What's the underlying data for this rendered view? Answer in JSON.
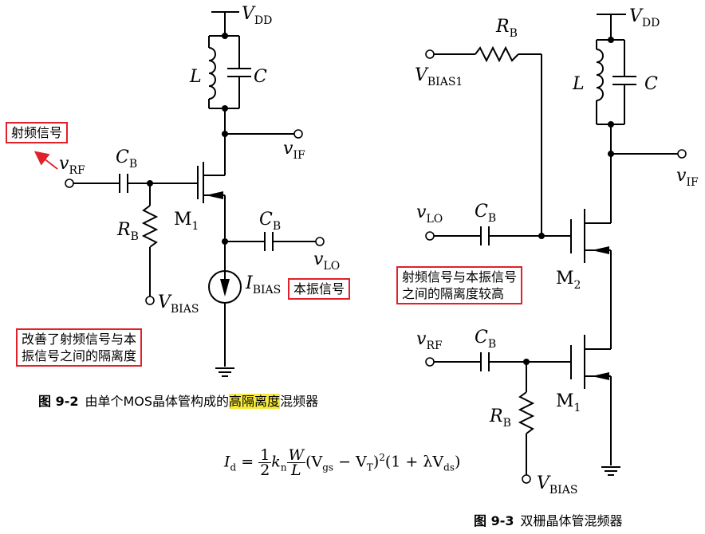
{
  "fig1": {
    "vdd": "V",
    "vdd_sub": "DD",
    "L": "L",
    "C": "C",
    "vif": "v",
    "vif_sub": "IF",
    "vrf": "v",
    "vrf_sub": "RF",
    "cb1": "C",
    "cb1_sub": "B",
    "cb2": "C",
    "cb2_sub": "B",
    "rb": "R",
    "rb_sub": "B",
    "m1": "M",
    "m1_sub": "1",
    "vlo": "v",
    "vlo_sub": "LO",
    "ibias": "I",
    "ibias_sub": "BIAS",
    "vbias": "V",
    "vbias_sub": "BIAS",
    "box_rf": "射频信号",
    "box_lo": "本振信号",
    "box_iso": "改善了射频信号与本\n振信号之间的隔离度",
    "caption_num": "图 9-2",
    "caption_pre": "由单个MOS晶体管构成的",
    "caption_hl": "高隔离度",
    "caption_post": "混频器"
  },
  "equation": {
    "lhs": "I",
    "lhs_sub": "d",
    "frac1_num": "1",
    "frac1_den": "2",
    "k": "k",
    "k_sub": "n",
    "frac2_num": "W",
    "frac2_den": "L",
    "rest": "(V",
    "vgs_sub": "gs",
    "minus": " − V",
    "vt_sub": "T",
    "tail": ")",
    "sq": "2",
    "lam": "(1 + λV",
    "vds_sub": "ds",
    "close": ")"
  },
  "fig2": {
    "rb1": "R",
    "rb1_sub": "B",
    "vbias1": "V",
    "vbias1_sub": "BIAS1",
    "vdd": "V",
    "vdd_sub": "DD",
    "L": "L",
    "C": "C",
    "vif": "v",
    "vif_sub": "IF",
    "vlo": "v",
    "vlo_sub": "LO",
    "cb1": "C",
    "cb1_sub": "B",
    "m2": "M",
    "m2_sub": "2",
    "box_iso": "射频信号与本振信号\n之间的隔离度较高",
    "vrf": "v",
    "vrf_sub": "RF",
    "cb2": "C",
    "cb2_sub": "B",
    "m1": "M",
    "m1_sub": "1",
    "rb2": "R",
    "rb2_sub": "B",
    "vbias": "V",
    "vbias_sub": "BIAS",
    "caption_num": "图 9-3",
    "caption_text": "双栅晶体管混频器"
  },
  "colors": {
    "box_border": "#e0202a",
    "highlight": "#f6ea3c",
    "arrow": "#e0202a"
  }
}
